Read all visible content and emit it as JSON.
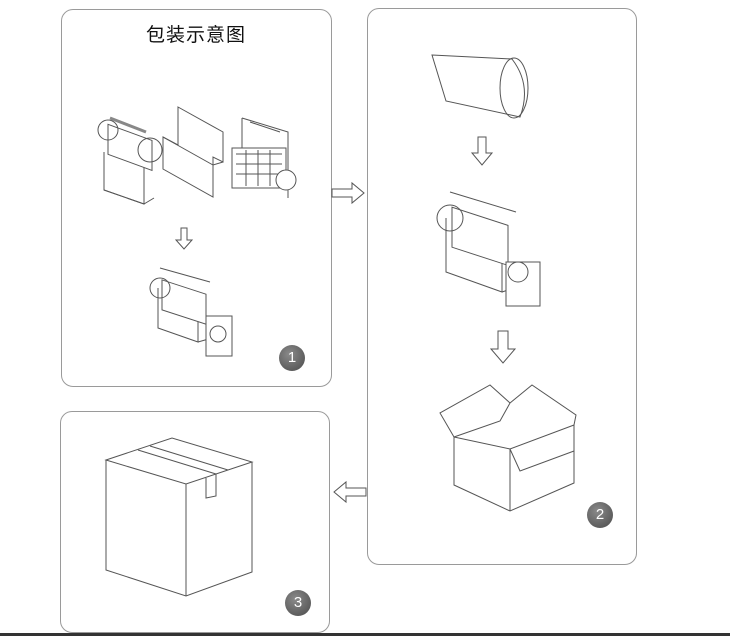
{
  "title": "包装示意图",
  "steps": [
    {
      "number": "1"
    },
    {
      "number": "2"
    },
    {
      "number": "3"
    }
  ],
  "colors": {
    "line": "#555555",
    "border": "#9a9a9a",
    "badge": "#5a5a5a"
  }
}
